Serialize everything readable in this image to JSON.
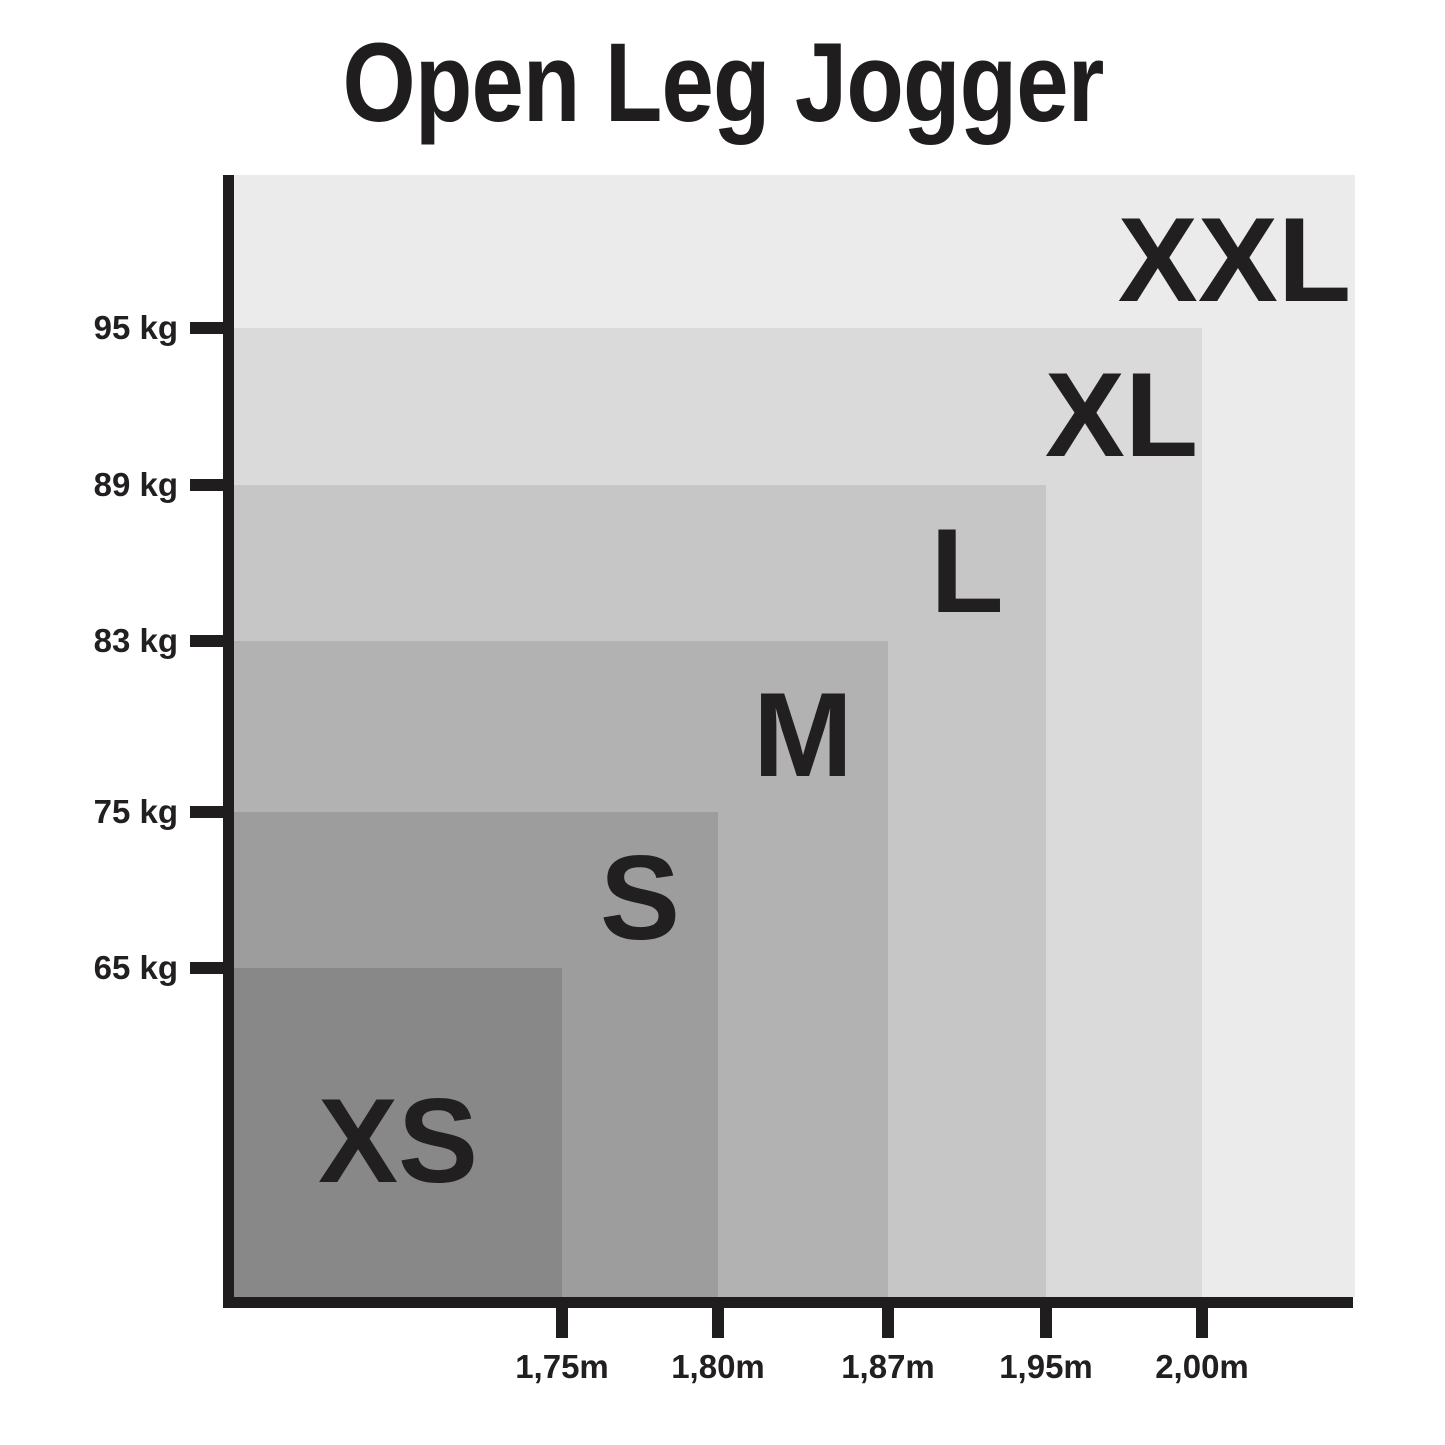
{
  "title": "Open Leg Jogger",
  "chart_data": {
    "type": "area",
    "subtype": "nested-rectangle-size-chart",
    "title": "Open Leg Jogger",
    "xlabel": "",
    "ylabel": "",
    "x_tick_labels": [
      "1,75m",
      "1,80m",
      "1,87m",
      "1,95m",
      "2,00m"
    ],
    "y_tick_labels": [
      "95 kg",
      "89 kg",
      "83 kg",
      "75 kg",
      "65 kg"
    ],
    "sizes": [
      {
        "label": "XS",
        "color": "#888888",
        "max_height": "1,75m",
        "max_weight": "65 kg"
      },
      {
        "label": "S",
        "color": "#9d9d9d",
        "max_height": "1,80m",
        "max_weight": "75 kg"
      },
      {
        "label": "M",
        "color": "#b2b2b2",
        "max_height": "1,87m",
        "max_weight": "83 kg"
      },
      {
        "label": "L",
        "color": "#c6c6c6",
        "max_height": "1,95m",
        "max_weight": "89 kg"
      },
      {
        "label": "XL",
        "color": "#dadada",
        "max_height": "2,00m",
        "max_weight": "95 kg"
      },
      {
        "label": "XXL",
        "color": "#ebebeb",
        "max_height": null,
        "max_weight": null
      }
    ],
    "axis_color": "#1f1d1e",
    "text_color": "#221f20",
    "background_color": "#ffffff",
    "grid": false,
    "legend": false
  }
}
